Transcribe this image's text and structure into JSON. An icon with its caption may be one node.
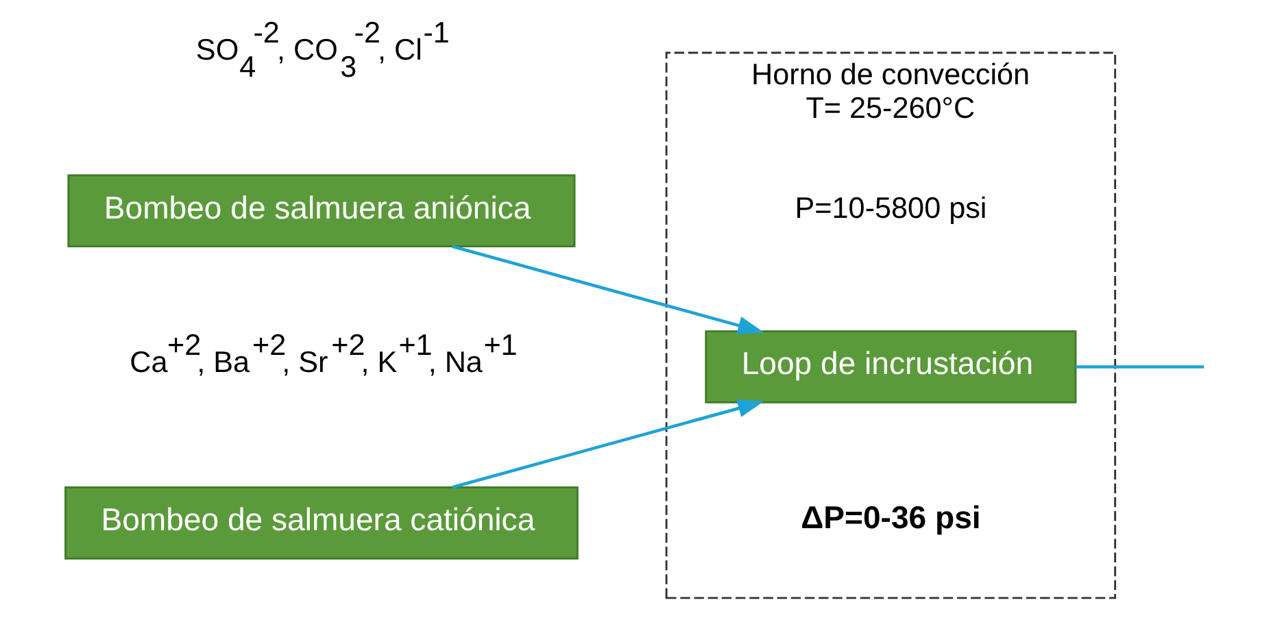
{
  "diagram": {
    "nodes": [
      {
        "text": [
          "Bombeo de salmuera catiónica"
        ],
        "beside": [
          "Ca$^{+2}$, Ba$^{+2}$, Sr$^{+2}$, K$^{+1}$, Na$^{+1}$"
        ]
      },
      {
        "text": [
          "Bombeo de salmuera aniónica"
        ],
        "beside": [
          "SO$_{4}$$^{-2}$, CO$_{3}$$^{-2}$, Cl$^{-1}$"
        ]
      },
      {
        "text": [
          "Horno de convección",
          "T= 25-260°C",
          "P=10-5800 psi"
        ]
      },
      {
        "text": [
          "Loop de incrustación"
        ],
        "in": 2,
        "beside": [
          "ΔP=0-36 psi"
        ]
      }
    ],
    "edges": [
      {
        "from": 0,
        "to": 3,
        "arrow": "to"
      },
      {
        "from": 1,
        "to": 3,
        "arrow": "to"
      },
      {
        "from": 3,
        "to": null,
        "arrow": "none"
      }
    ]
  }
}
